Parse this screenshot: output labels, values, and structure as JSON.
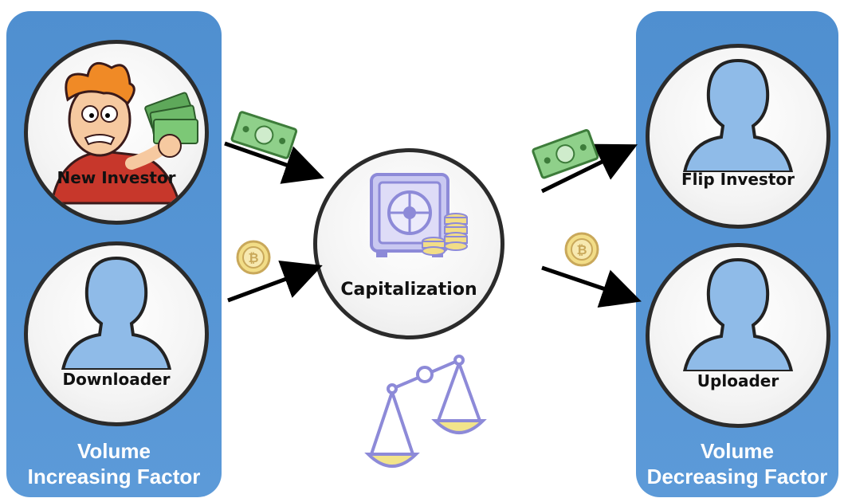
{
  "left_panel": {
    "title_line1": "Volume",
    "title_line2": "Increasing Factor"
  },
  "right_panel": {
    "title_line1": "Volume",
    "title_line2": "Decreasing Factor"
  },
  "nodes": {
    "new_investor": "New Investor",
    "downloader": "Downloader",
    "flip_investor": "Flip Investor",
    "uploader": "Uploader",
    "center": "Capitalization"
  },
  "colors": {
    "panel": "#5c9ad8",
    "person": "#8fbbe8",
    "arrow": "#000000",
    "vault": "#a9a7e6",
    "coin": "#f2dd87",
    "scale": "#8d8ad8"
  }
}
